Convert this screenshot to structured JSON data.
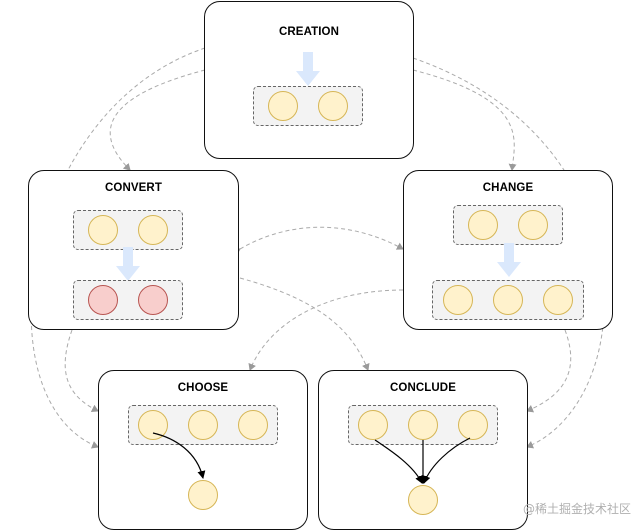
{
  "nodes": {
    "creation": {
      "title": "CREATION"
    },
    "convert": {
      "title": "CONVERT"
    },
    "change": {
      "title": "CHANGE"
    },
    "choose": {
      "title": "CHOOSE"
    },
    "conclude": {
      "title": "CONCLUDE"
    }
  },
  "colors": {
    "circle_fill": "#fff2cc",
    "circle_stroke": "#d6b656",
    "converted_fill": "#f8cecc",
    "converted_stroke": "#b85450",
    "arrow_fill": "#dae8fc",
    "group_fill": "#f3f3f3",
    "connector": "#aaaaaa"
  },
  "watermark": "@稀土掘金技术社区"
}
